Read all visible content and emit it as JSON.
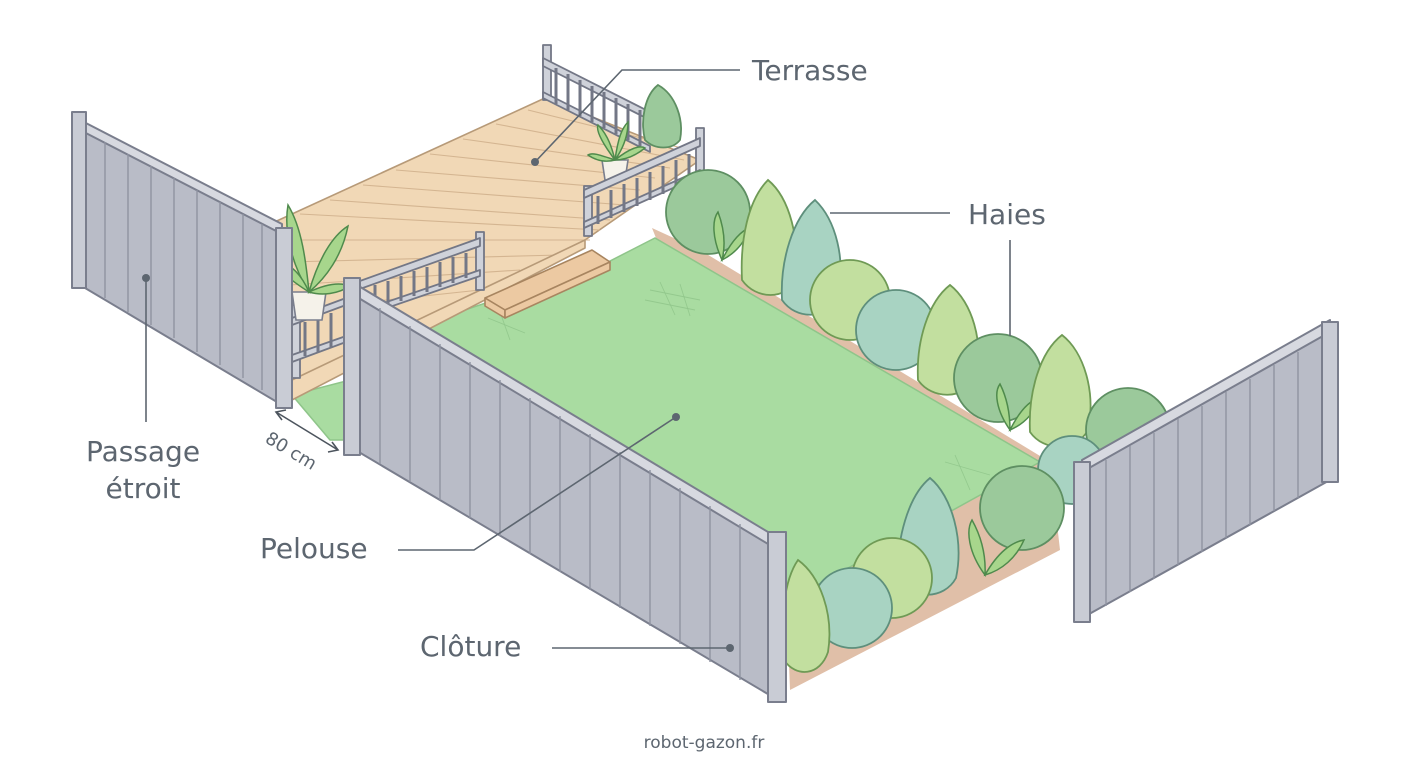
{
  "labels": {
    "terrasse": "Terrasse",
    "haies": "Haies",
    "passage_line1": "Passage",
    "passage_line2": "étroit",
    "pelouse": "Pelouse",
    "cloture": "Clôture",
    "dimension": "80 cm"
  },
  "footer": {
    "source": "robot-gazon.fr"
  },
  "colors": {
    "lawn": "#a9dca1",
    "deck": "#f1d8b6",
    "fence": "#b9bcc7",
    "soil": "#e0bfa8",
    "hedge": "#9bc99b",
    "label_text": "#5d6670"
  }
}
